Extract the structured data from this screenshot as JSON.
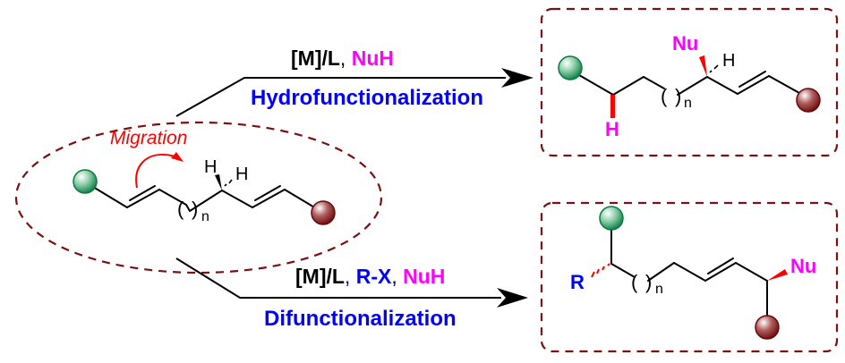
{
  "colors": {
    "black": "#000000",
    "blue": "#0000ff",
    "magenta": "#ff00ff",
    "red": "#ff0000",
    "dashed_border": "#7a1010",
    "green_ball": "#0a8a4a",
    "maroon_ball": "#7a0c0c"
  },
  "starting_material": {
    "migration_label": "Migration",
    "h_wedge_label": "H",
    "h_hash_label": "H",
    "subscript_n": "n",
    "left_ball": "green-sphere-substituent",
    "right_ball": "maroon-sphere-substituent"
  },
  "top_reaction": {
    "reagent_catalyst": "[M]/L",
    "reagent_sep": ",",
    "reagent_nucleophile": "NuH",
    "reaction_name": "Hydrofunctionalization"
  },
  "bottom_reaction": {
    "reagent_catalyst": "[M]/L",
    "reagent_sep1": ",",
    "reagent_electrophile": "R-X",
    "reagent_sep2": ",",
    "reagent_nucleophile": "NuH",
    "reaction_name": "Difunctionalization"
  },
  "top_product": {
    "nu_label": "Nu",
    "h_hash_label": "H",
    "h_wedge_label": "H",
    "subscript_n": "n"
  },
  "bottom_product": {
    "r_label": "R",
    "nu_label": "Nu",
    "subscript_n": "n"
  }
}
